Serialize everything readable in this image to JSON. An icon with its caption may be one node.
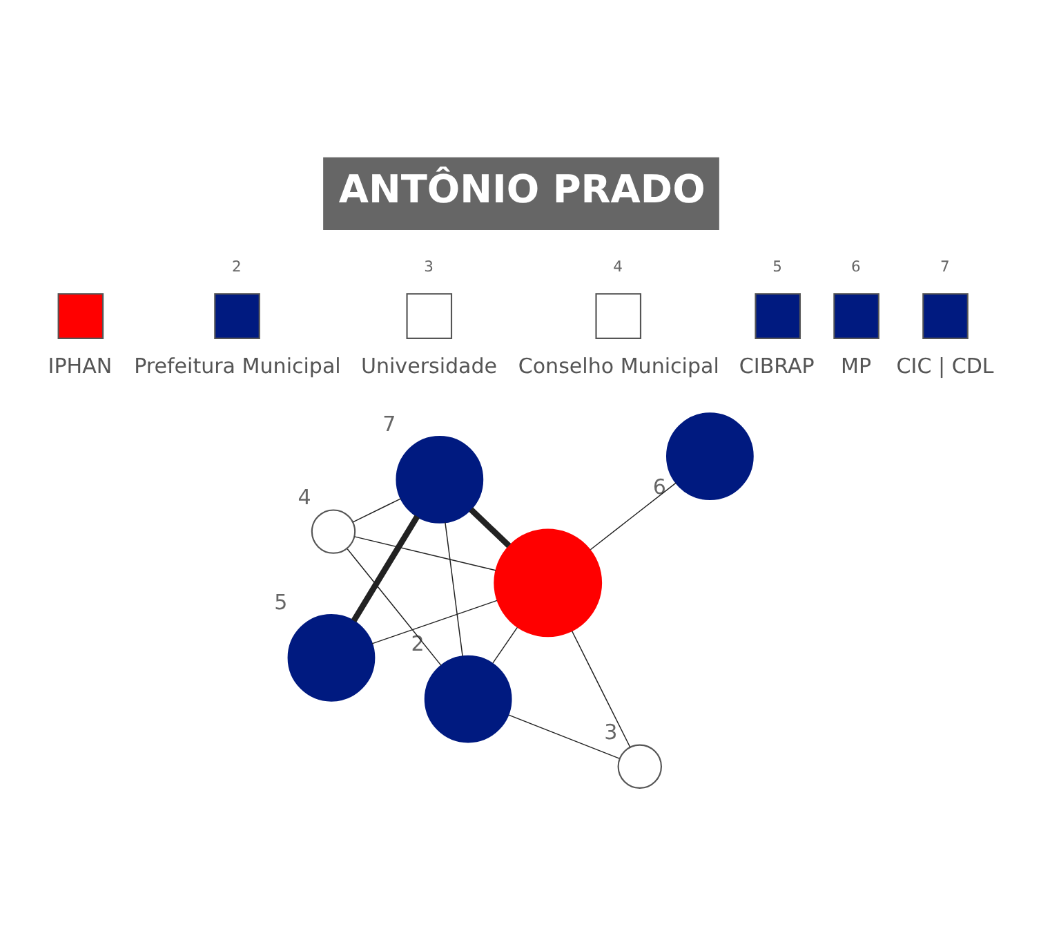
{
  "diagram": {
    "title": "ANTÔNIO PRADO",
    "nodes": [
      {
        "text": [],
        "shape": "circle"
      },
      {
        "text": [],
        "shape": "circle",
        "beside": [
          "2"
        ]
      },
      {
        "text": [],
        "shape": "circle",
        "beside": [
          "3"
        ]
      },
      {
        "text": [],
        "shape": "circle",
        "beside": [
          "4"
        ]
      },
      {
        "text": [],
        "shape": "circle",
        "beside": [
          "5"
        ]
      },
      {
        "text": [],
        "shape": "circle",
        "beside": [
          "6"
        ]
      },
      {
        "text": [],
        "shape": "circle",
        "beside": [
          "7"
        ]
      }
    ],
    "edges": [
      {
        "from": 4,
        "to": 6,
        "arrow": "none",
        "style": "thick"
      },
      {
        "from": 4,
        "to": 0,
        "arrow": "none"
      },
      {
        "from": 3,
        "to": 6,
        "arrow": "none"
      },
      {
        "from": 3,
        "to": 0,
        "arrow": "none"
      },
      {
        "from": 3,
        "to": 1,
        "arrow": "none"
      },
      {
        "from": 5,
        "to": 0,
        "arrow": "none"
      },
      {
        "from": 6,
        "to": 0,
        "arrow": "none",
        "style": "thick"
      },
      {
        "from": 0,
        "to": 1,
        "arrow": "none"
      },
      {
        "from": 0,
        "to": 2,
        "arrow": "none"
      },
      {
        "from": 6,
        "to": 1,
        "arrow": "none"
      },
      {
        "from": 2,
        "to": 1,
        "arrow": "none"
      }
    ],
    "labels": [
      "2",
      "3",
      "4",
      "5",
      "6",
      "7"
    ],
    "legend": [
      {
        "text": "IPHAN",
        "color": "#ff0000"
      },
      {
        "text": "Prefeitura Municipal",
        "color": "#001a80"
      },
      {
        "text": "Universidade",
        "color": "#ffffff"
      },
      {
        "text": "Conselho Municipal",
        "color": "#ffffff"
      },
      {
        "text": "CIBRAP",
        "color": "#001a80"
      },
      {
        "text": "MP",
        "color": "#001a80"
      },
      {
        "text": "CIC | CDL",
        "color": "#001a80"
      }
    ]
  }
}
